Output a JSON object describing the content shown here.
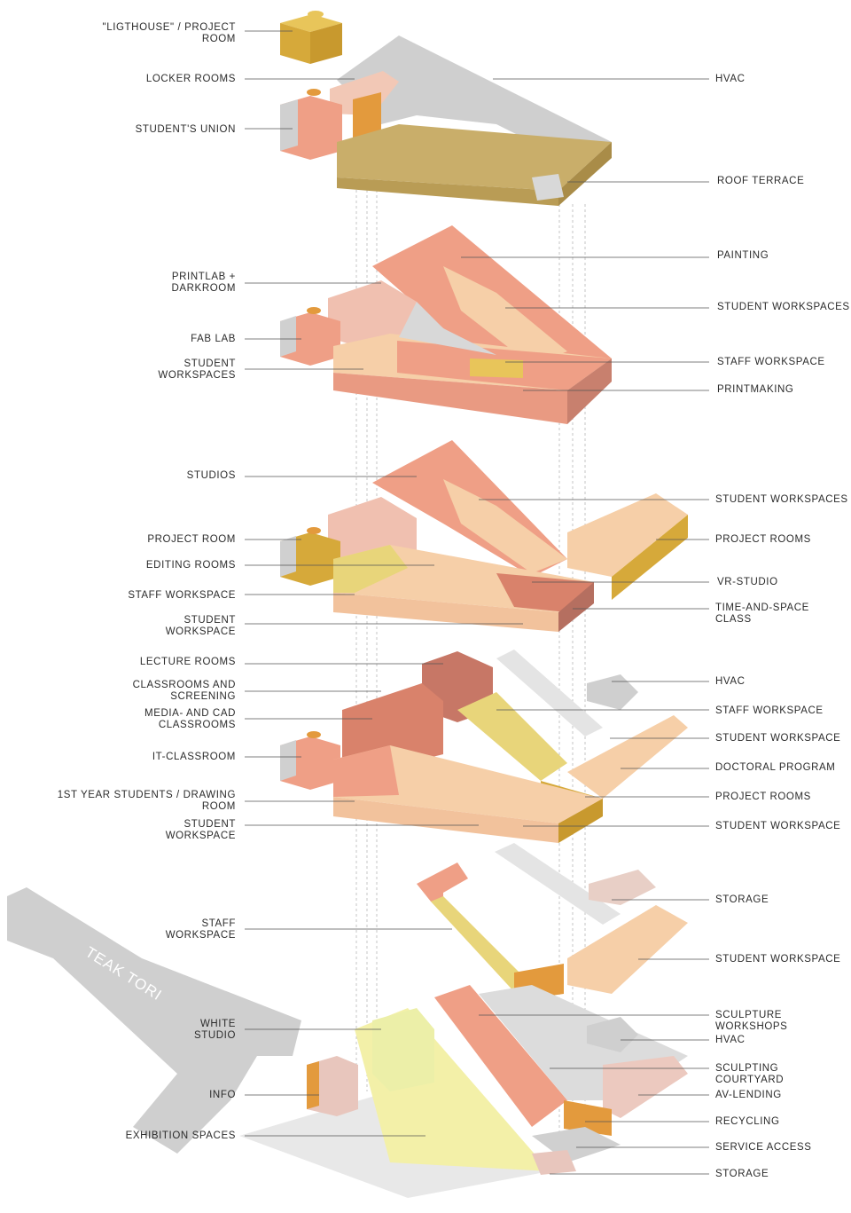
{
  "colors": {
    "salmon": "#ef9f86",
    "salmon_dark": "#d9826b",
    "peach": "#f6cfa8",
    "yellow": "#e8d57a",
    "mustard": "#d6a93a",
    "orange": "#e39a3d",
    "brick": "#c77766",
    "grey": "#cfcfcf",
    "grey_dark": "#b5b5b5",
    "pale_yellow": "#f3f0a8",
    "roof": "#b99c55"
  },
  "map_label": "TEAK TORI",
  "floors": [
    {
      "id": "roof",
      "left": [
        {
          "text": "\"LIGTHOUSE\" / PROJECT\nROOM"
        },
        {
          "text": "LOCKER ROOMS"
        },
        {
          "text": "STUDENT'S UNION"
        }
      ],
      "right": [
        {
          "text": "HVAC"
        },
        {
          "text": "ROOF TERRACE"
        }
      ]
    },
    {
      "id": "floor4",
      "left": [
        {
          "text": "PRINTLAB +\nDARKROOM"
        },
        {
          "text": "FAB LAB"
        },
        {
          "text": "STUDENT\nWORKSPACES"
        }
      ],
      "right": [
        {
          "text": "PAINTING"
        },
        {
          "text": "STUDENT WORKSPACES"
        },
        {
          "text": "STAFF WORKSPACE"
        },
        {
          "text": "PRINTMAKING"
        }
      ]
    },
    {
      "id": "floor3",
      "left": [
        {
          "text": "STUDIOS"
        },
        {
          "text": "PROJECT ROOM"
        },
        {
          "text": "EDITING ROOMS"
        },
        {
          "text": "STAFF WORKSPACE"
        },
        {
          "text": "STUDENT\nWORKSPACE"
        }
      ],
      "right": [
        {
          "text": "STUDENT WORKSPACES"
        },
        {
          "text": "PROJECT ROOMS"
        },
        {
          "text": "VR-STUDIO"
        },
        {
          "text": "TIME-AND-SPACE\nCLASS"
        }
      ]
    },
    {
      "id": "floor2",
      "left": [
        {
          "text": "LECTURE ROOMS"
        },
        {
          "text": "CLASSROOMS AND\nSCREENING"
        },
        {
          "text": "MEDIA- AND CAD\nCLASSROOMS"
        },
        {
          "text": "IT-CLASSROOM"
        },
        {
          "text": "1st YEAR STUDENTS / DRAWING\nROOM"
        },
        {
          "text": "STUDENT\nWORKSPACE"
        }
      ],
      "right": [
        {
          "text": "HVAC"
        },
        {
          "text": "STAFF WORKSPACE"
        },
        {
          "text": "STUDENT WORKSPACE"
        },
        {
          "text": "DOCTORAL PROGRAM"
        },
        {
          "text": "PROJECT ROOMS"
        },
        {
          "text": "STUDENT WORKSPACE"
        }
      ]
    },
    {
      "id": "floor1",
      "left": [
        {
          "text": "STAFF\nWORKSPACE"
        }
      ],
      "right": [
        {
          "text": "STORAGE"
        },
        {
          "text": "STUDENT WORKSPACE"
        }
      ]
    },
    {
      "id": "ground",
      "left": [
        {
          "text": "WHITE\nSTUDIO"
        },
        {
          "text": "INFO"
        },
        {
          "text": "EXHIBITION SPACES"
        }
      ],
      "right": [
        {
          "text": "SCULPTURE\nWORKSHOPS"
        },
        {
          "text": "HVAC"
        },
        {
          "text": "SCULPTING\nCOURTYARD"
        },
        {
          "text": "AV-LENDING"
        },
        {
          "text": "RECYCLING"
        },
        {
          "text": "SERVICE ACCESS"
        },
        {
          "text": "STORAGE"
        }
      ]
    }
  ]
}
